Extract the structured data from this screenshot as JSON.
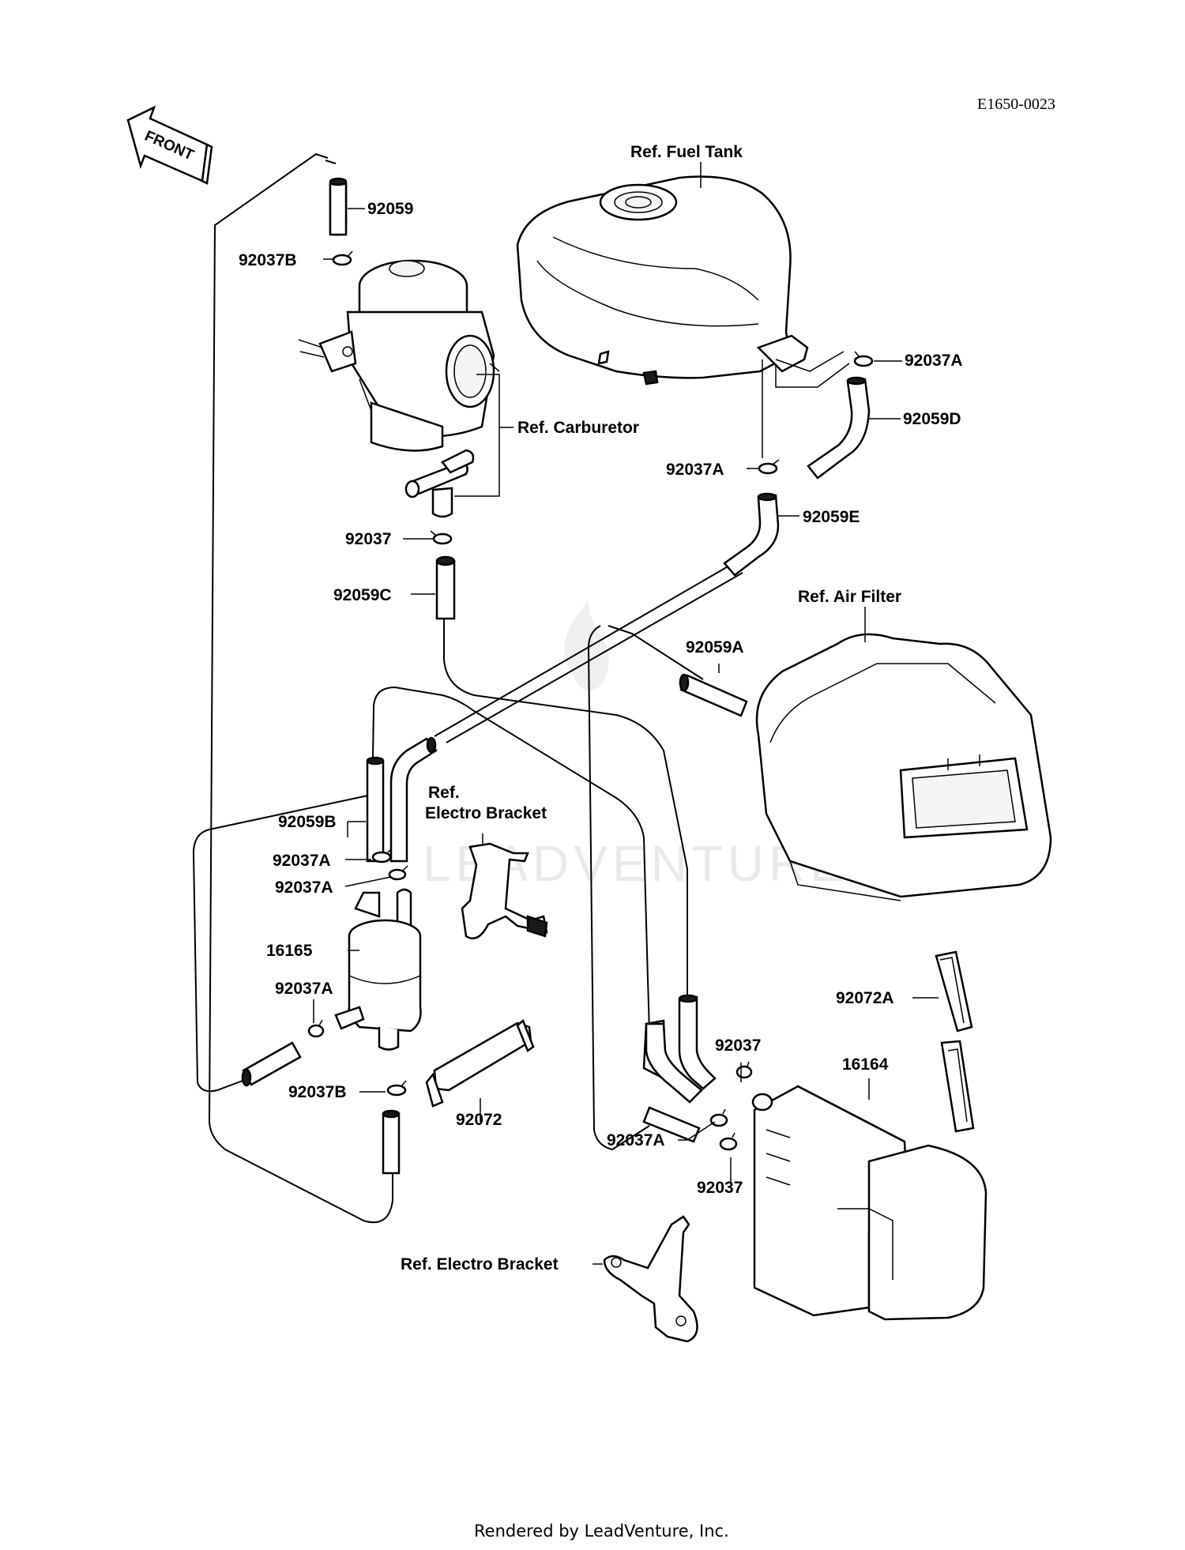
{
  "diagram_code": "E1650-0023",
  "front_arrow": {
    "label": "FRONT",
    "icon": "front-arrow-icon"
  },
  "watermark": "LEADVENTURE",
  "footer": "Rendered by LeadVenture, Inc.",
  "labels": {
    "fuel_tank": "Ref. Fuel Tank",
    "carburetor": "Ref. Carburetor",
    "air_filter": "Ref. Air Filter",
    "electro_bracket_top": "Ref.",
    "electro_bracket_bottom": "Electro Bracket",
    "electro_bracket_lower": "Ref. Electro Bracket"
  },
  "parts": {
    "p92059": "92059",
    "p92037B_top": "92037B",
    "p92037A_tank": "92037A",
    "p92059D": "92059D",
    "p92037A_mid": "92037A",
    "p92059E": "92059E",
    "p92037_carb": "92037",
    "p92059C": "92059C",
    "p92059A": "92059A",
    "p92059B": "92059B",
    "p92037A_f1": "92037A",
    "p92037A_f2": "92037A",
    "p16165": "16165",
    "p92037A_f3": "92037A",
    "p92037B_low": "92037B",
    "p92072": "92072",
    "p92037_c1": "92037",
    "p92037A_c": "92037A",
    "p92037_c2": "92037",
    "p92072A": "92072A",
    "p16164": "16164"
  }
}
